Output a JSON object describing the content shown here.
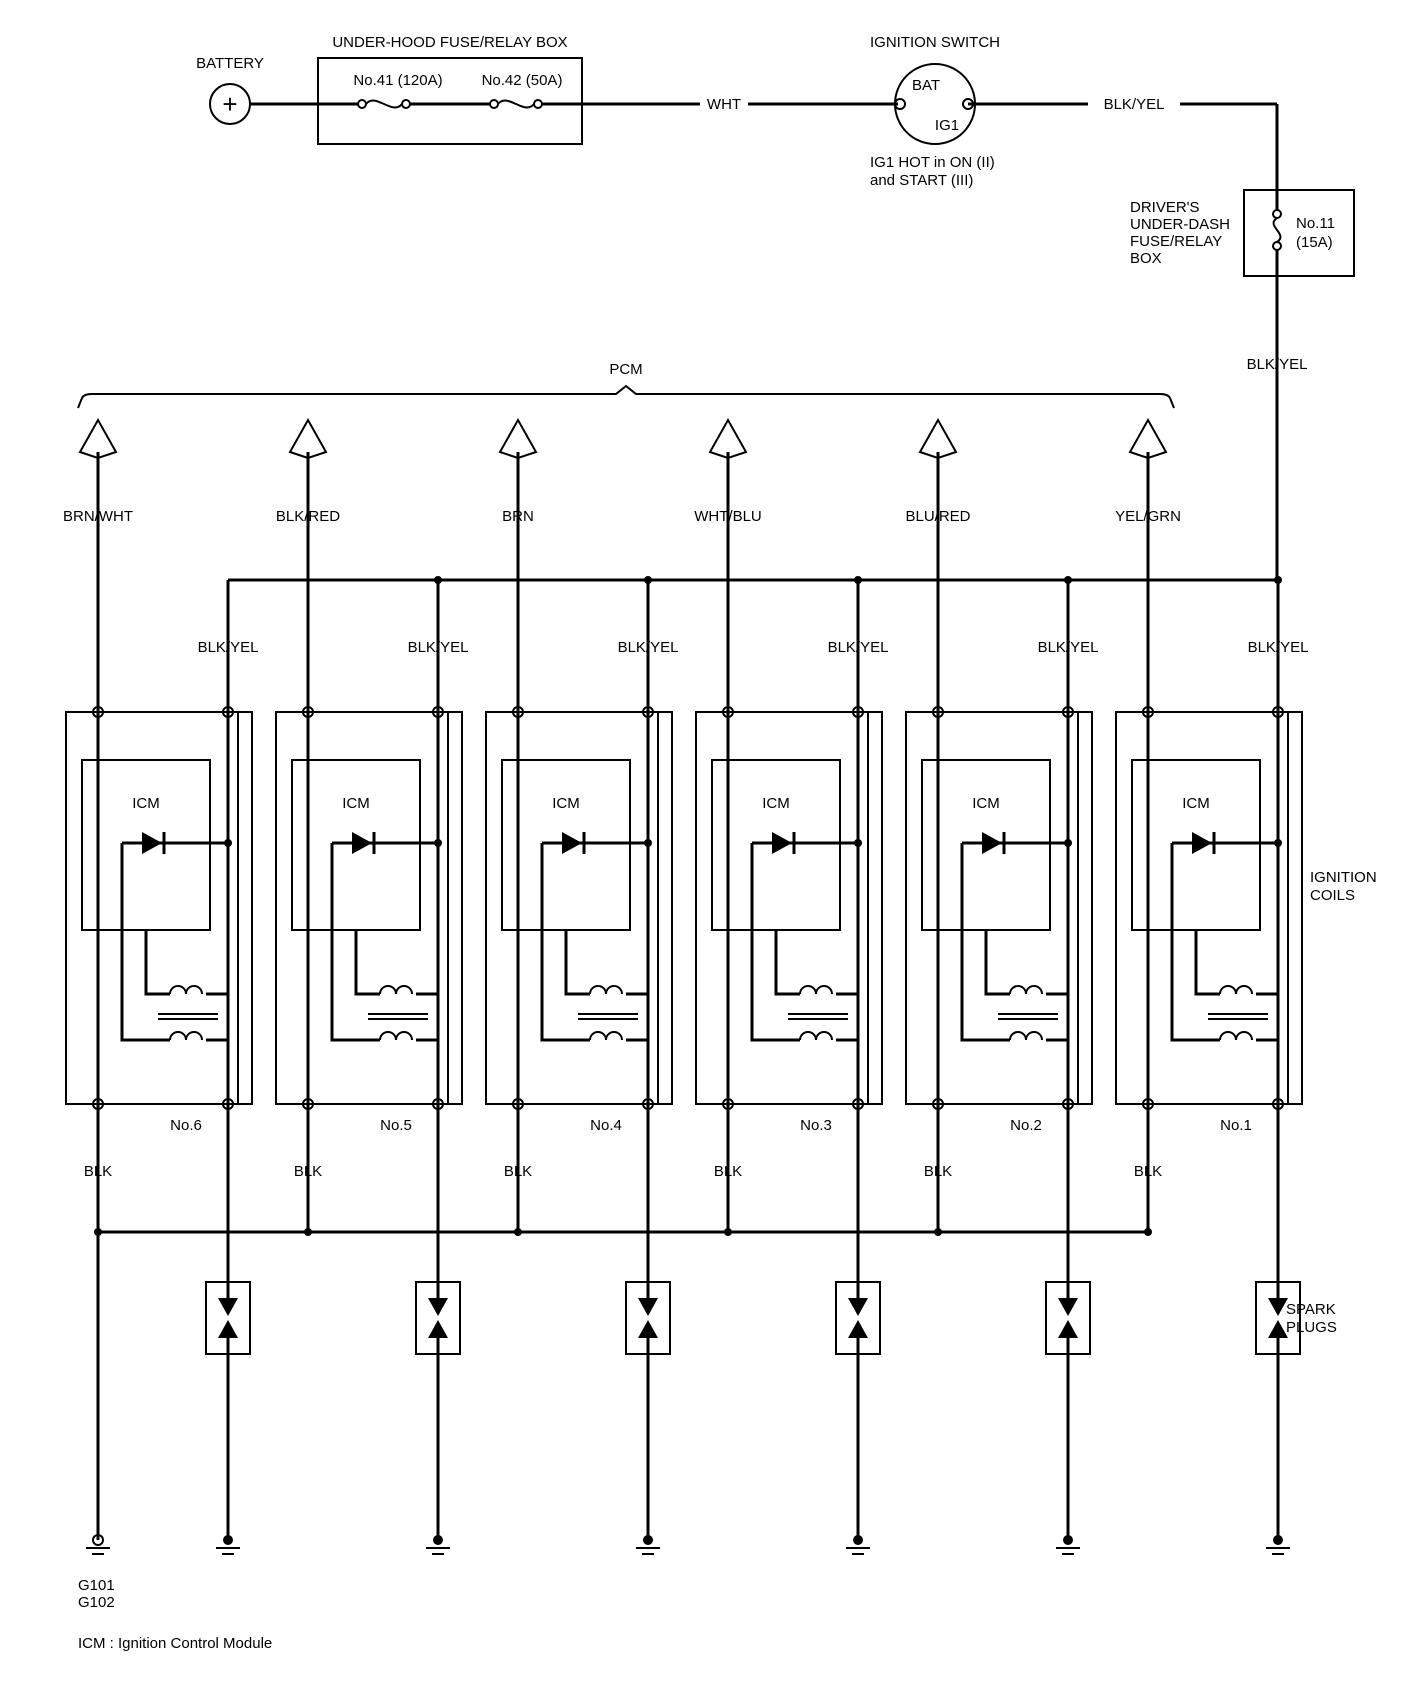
{
  "battery": {
    "label": "BATTERY",
    "symbol": "+"
  },
  "under_hood_box": {
    "label": "UNDER-HOOD FUSE/RELAY BOX",
    "fuse1": "No.41 (120A)",
    "fuse2": "No.42 (50A)"
  },
  "wire_wht": "WHT",
  "ignition_switch": {
    "label": "IGNITION SWITCH",
    "bat": "BAT",
    "ig1": "IG1",
    "note_line1": "IG1 HOT in ON (II)",
    "note_line2": "and START (III)"
  },
  "wire_blk_yel_top": "BLK/YEL",
  "dash_box": {
    "label_lines": [
      "DRIVER'S",
      "UNDER-DASH",
      "FUSE/RELAY",
      "BOX"
    ],
    "fuse_line1": "No.11",
    "fuse_line2": "(15A)"
  },
  "wire_blk_yel_right": "BLK/YEL",
  "pcm_label": "PCM",
  "feed_label": "BLK/YEL",
  "ground_wire_label": "BLK",
  "icm_label": "ICM",
  "coils": [
    {
      "signal": "BRN/WHT",
      "number": "No.6"
    },
    {
      "signal": "BLK/RED",
      "number": "No.5"
    },
    {
      "signal": "BRN",
      "number": "No.4"
    },
    {
      "signal": "WHT/BLU",
      "number": "No.3"
    },
    {
      "signal": "BLU/RED",
      "number": "No.2"
    },
    {
      "signal": "YEL/GRN",
      "number": "No.1"
    }
  ],
  "ignition_coils_label": [
    "IGNITION",
    "COILS"
  ],
  "spark_plugs_label": [
    "SPARK",
    "PLUGS"
  ],
  "ground_ids": [
    "G101",
    "G102"
  ],
  "legend": "ICM : Ignition Control Module"
}
